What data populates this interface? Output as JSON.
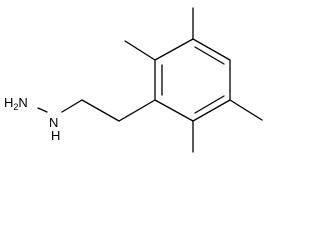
{
  "molecule": {
    "label_parts": {
      "h": "H",
      "sub": "2",
      "n1": "N",
      "n2": "N",
      "h_nh": "H"
    }
  }
}
